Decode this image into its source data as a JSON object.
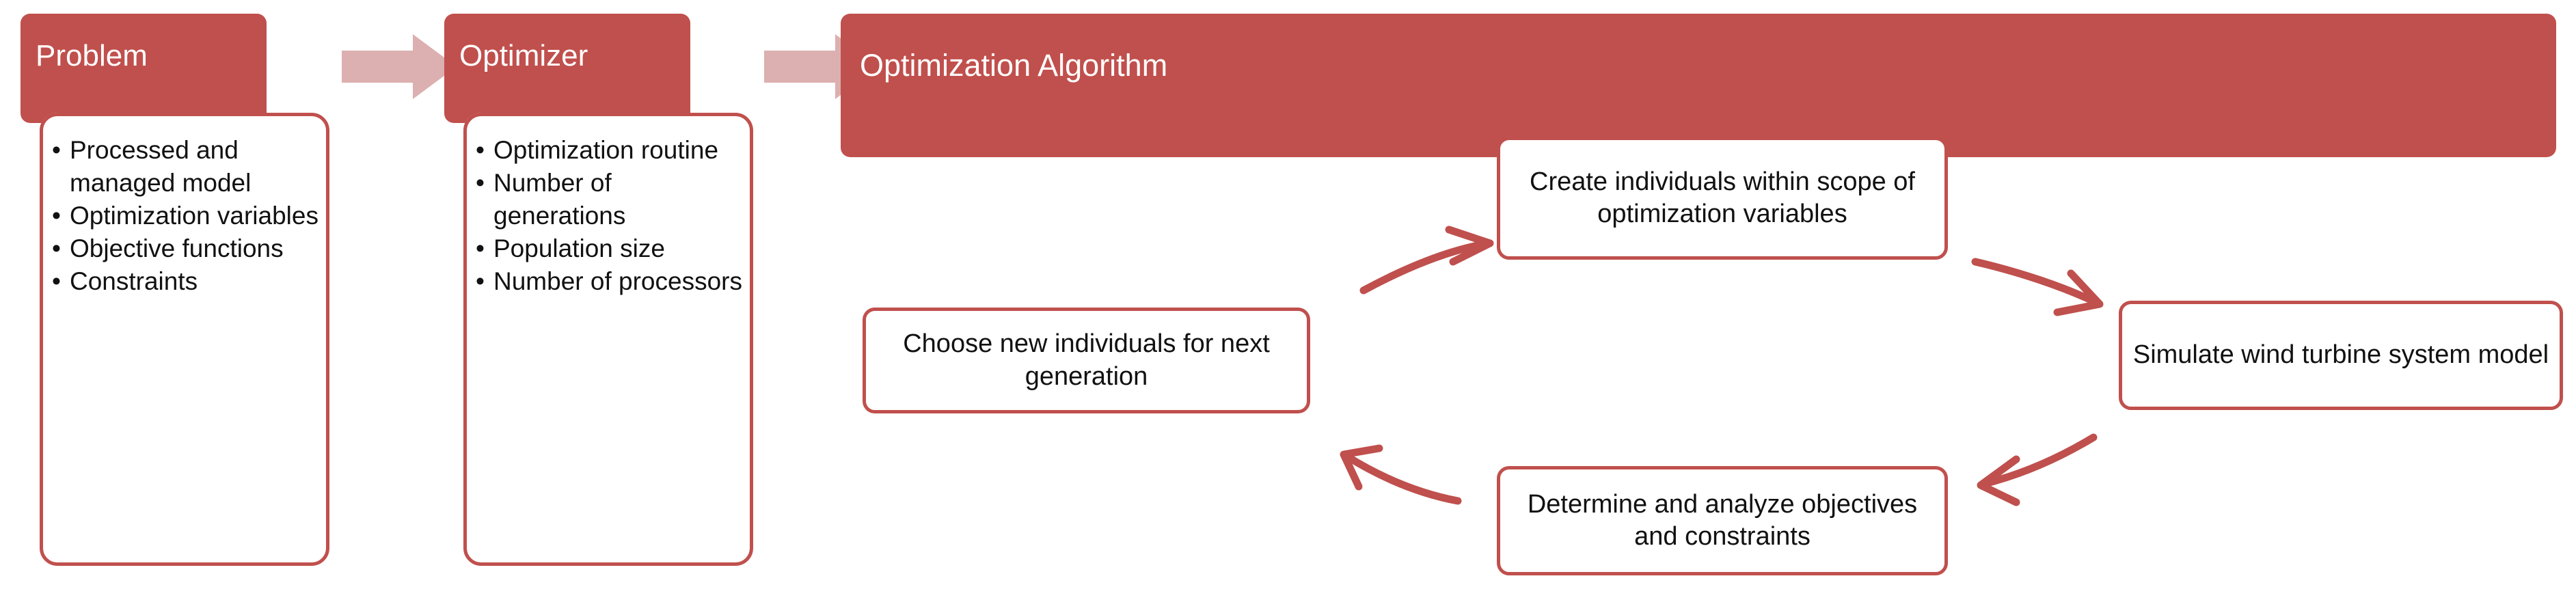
{
  "colors": {
    "red": "#c0504d",
    "pink_arrow": "#dcb0b0",
    "glow": "#fbeeee",
    "text": "#111111",
    "header_text": "#ffffff"
  },
  "stages": [
    {
      "id": "problem",
      "title": "Problem",
      "bullets": [
        "Processed and managed model",
        "Optimization variables",
        "Objective functions",
        "Constraints"
      ]
    },
    {
      "id": "optimizer",
      "title": "Optimizer",
      "bullets": [
        "Optimization routine",
        "Number of generations",
        "Population size",
        "Number of processors"
      ]
    }
  ],
  "connectors": [
    {
      "id": "arrow-problem-to-optimizer",
      "icon": "block-arrow-right-icon"
    },
    {
      "id": "arrow-optimizer-to-algorithm",
      "icon": "block-arrow-right-icon"
    }
  ],
  "banner": {
    "title": "Optimization Algorithm"
  },
  "cycle": {
    "direction": "clockwise",
    "nodes": [
      {
        "id": "create",
        "position": "top",
        "label": "Create individuals within scope of optimization variables"
      },
      {
        "id": "simulate",
        "position": "right",
        "label": "Simulate wind turbine system model"
      },
      {
        "id": "determine",
        "position": "bottom",
        "label": "Determine and analyze objectives and constraints"
      },
      {
        "id": "choose",
        "position": "left",
        "label": "Choose new individuals for next generation"
      }
    ],
    "arrows": [
      {
        "id": "arrow-choose-to-create",
        "icon": "curved-arrow-icon",
        "from": "choose",
        "to": "create"
      },
      {
        "id": "arrow-create-to-simulate",
        "icon": "curved-arrow-icon",
        "from": "create",
        "to": "simulate"
      },
      {
        "id": "arrow-simulate-to-determine",
        "icon": "curved-arrow-icon",
        "from": "simulate",
        "to": "determine"
      },
      {
        "id": "arrow-determine-to-choose",
        "icon": "curved-arrow-icon",
        "from": "determine",
        "to": "choose"
      }
    ]
  }
}
